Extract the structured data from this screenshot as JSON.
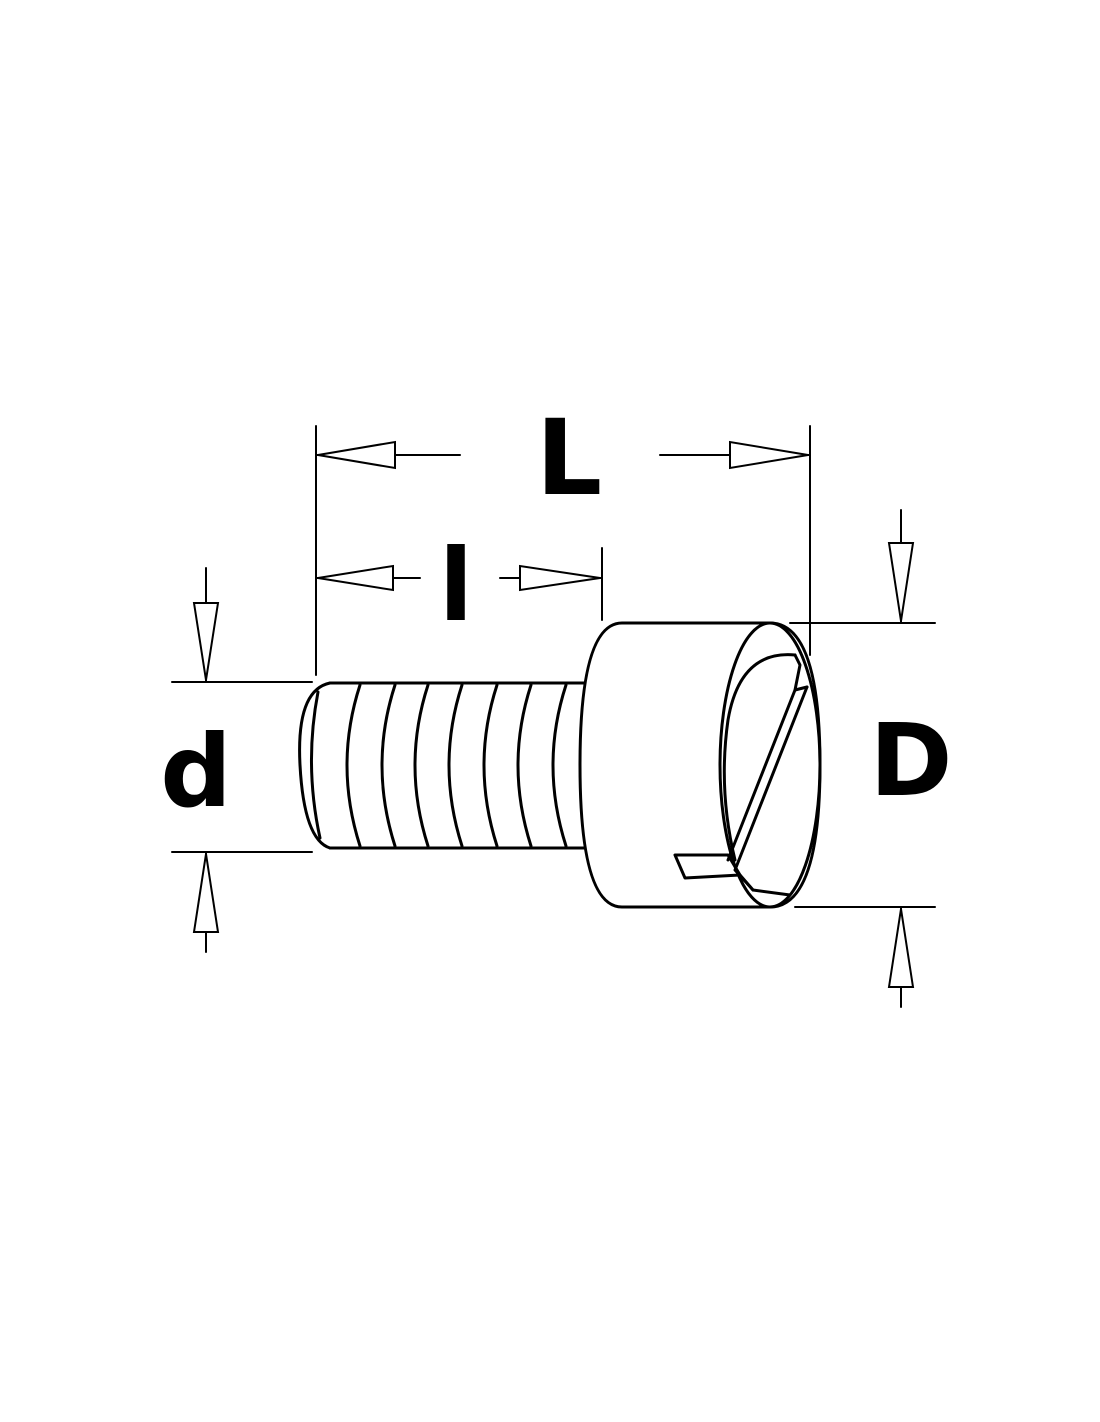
{
  "labels": {
    "total_length": "L",
    "thread_length": "l",
    "thread_diameter": "d",
    "head_diameter": "D"
  },
  "colors": {
    "line": "#000000",
    "background": "#ffffff"
  }
}
